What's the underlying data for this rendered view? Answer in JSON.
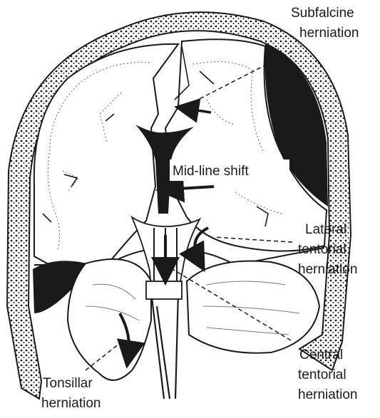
{
  "labels": {
    "subfalcine": [
      "Subfalcine",
      "herniation"
    ],
    "midline": "Mid-line shift",
    "lateral": [
      "Lateral",
      "tentorial",
      "herniation"
    ],
    "central": [
      "Central",
      "tentorial",
      "herniation"
    ],
    "tonsillar": [
      "Tonsillar",
      "herniation"
    ]
  },
  "colors": {
    "ink": "#1a1a1a",
    "paper": "#ffffff",
    "hematoma": "#1a1a1a"
  }
}
